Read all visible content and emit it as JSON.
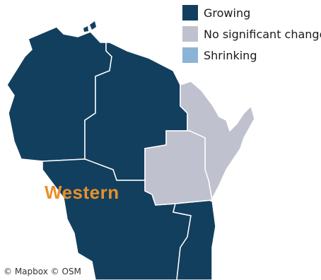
{
  "legend": {
    "items": [
      {
        "label": "Growing",
        "color": "#123f5e"
      },
      {
        "label": "No significant change",
        "color": "#bfc1cf"
      },
      {
        "label": "Shrinking",
        "color": "#8ab4d6"
      }
    ]
  },
  "map": {
    "region_label": "Western",
    "region_label_color": "#e8902c",
    "growing_color": "#123f5e",
    "no_change_color": "#bfc1cf",
    "border_color": "#ffffff"
  },
  "attribution": "© Mapbox © OSM"
}
